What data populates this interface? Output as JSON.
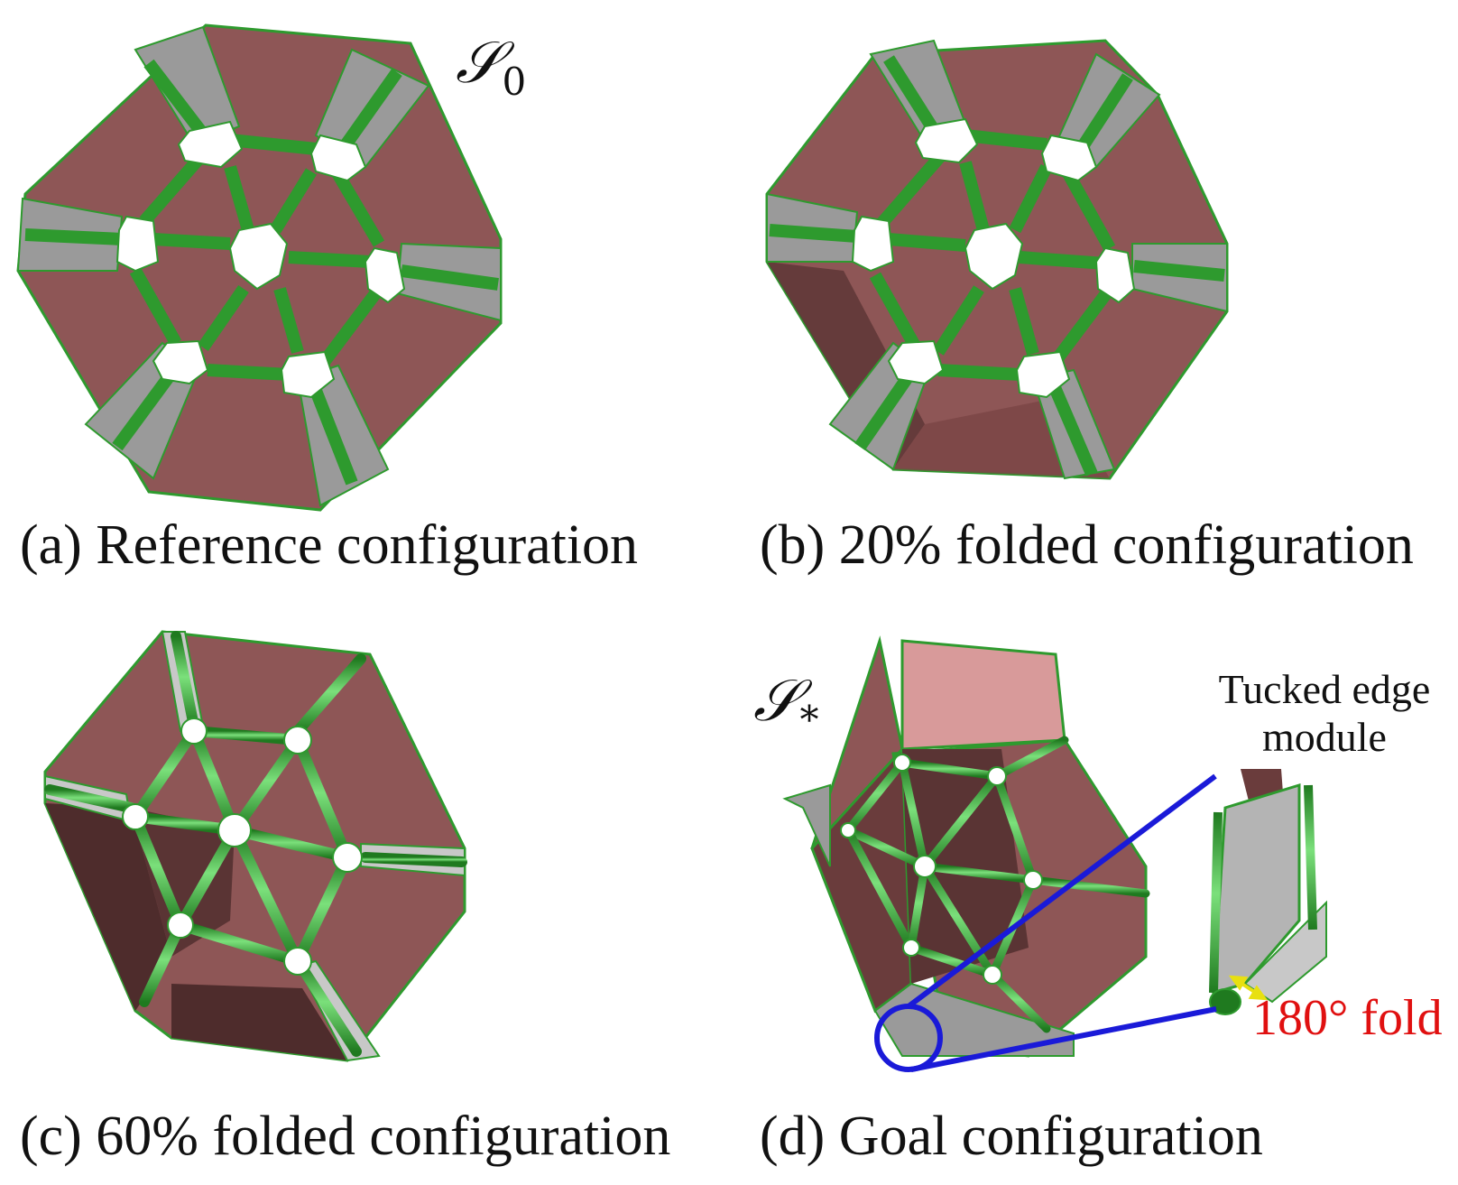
{
  "colors": {
    "panel": "#8e5656",
    "panel_dark": "#5a3434",
    "panel_light": "#d89a9a",
    "crease": "#2e9a2e",
    "crease_light": "#6fd06f",
    "strip_gray": "#9a9a9a",
    "callout": "#1a1ad8",
    "arrow": "#e8e010",
    "fold_text": "#e01010"
  },
  "panels": {
    "a": {
      "caption": "(a) Reference configuration",
      "symbol": "𝒮",
      "symbol_sub": "0"
    },
    "b": {
      "caption": "(b) 20% folded configuration"
    },
    "c": {
      "caption": "(c) 60% folded configuration"
    },
    "d": {
      "caption": "(d) Goal configuration",
      "symbol": "𝒮",
      "symbol_sub": "*",
      "inset_label_line1": "Tucked edge",
      "inset_label_line2": "module",
      "fold_label": "180° fold"
    }
  }
}
